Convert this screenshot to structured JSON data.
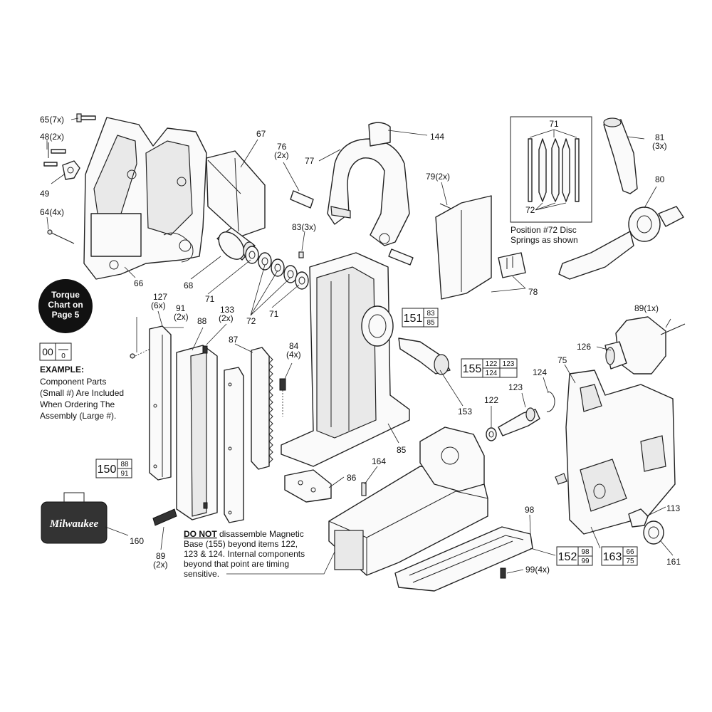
{
  "torque_badge": {
    "line1": "Torque",
    "line2": "Chart on",
    "line3": "Page 5"
  },
  "example": {
    "big": "00",
    "small": "0",
    "heading": "EXAMPLE:",
    "lines": [
      "Component Parts",
      "(Small #) Are Included",
      "When Ordering The",
      "Assembly (Large #)."
    ]
  },
  "inset": {
    "top_label": "71",
    "bottom_label": "72",
    "caption1": "Position #72 Disc",
    "caption2": "Springs as shown"
  },
  "note": {
    "bold": "DO NOT",
    "line1": " disassemble Magnetic",
    "line2": "Base (155) beyond items 122,",
    "line3": "123 & 124. Internal components",
    "line4": "beyond that point are timing",
    "line5": "sensitive."
  },
  "case_logo": "Milwaukee",
  "labels": {
    "l65": "65(7x)",
    "l48": "48(2x)",
    "l49": "49",
    "l64": "64(4x)",
    "l66": "66",
    "l67": "67",
    "l76a": "76",
    "l76b": "(2x)",
    "l77": "77",
    "l144": "144",
    "l79": "79(2x)",
    "l68": "68",
    "l71a": "71",
    "l72a": "72",
    "l71b": "71",
    "l83": "83(3x)",
    "l78": "78",
    "l81a": "81",
    "l81b": "(3x)",
    "l80": "80",
    "l127a": "127",
    "l127b": "(6x)",
    "l91a": "91",
    "l91b": "(2x)",
    "l88": "88",
    "l133a": "133",
    "l133b": "(2x)",
    "l87": "87",
    "l84a": "84",
    "l84b": "(4x)",
    "l89a": "89(1x)",
    "l126": "126",
    "l75": "75",
    "l124": "124",
    "l123": "123",
    "l122": "122",
    "l153": "153",
    "l85": "85",
    "l164": "164",
    "l86": "86",
    "l160": "160",
    "l89b": "89",
    "l89c": "(2x)",
    "l98": "98",
    "l113": "113",
    "l161": "161",
    "l99": "99(4x)"
  },
  "assemblies": {
    "a150": {
      "big": "150",
      "s1": "88",
      "s2": "91"
    },
    "a151": {
      "big": "151",
      "s1": "83",
      "s2": "85"
    },
    "a155": {
      "big": "155",
      "s1": "122",
      "s2": "123",
      "s3": "124"
    },
    "a152": {
      "big": "152",
      "s1": "98",
      "s2": "99"
    },
    "a163": {
      "big": "163",
      "s1": "66",
      "s2": "75"
    }
  }
}
